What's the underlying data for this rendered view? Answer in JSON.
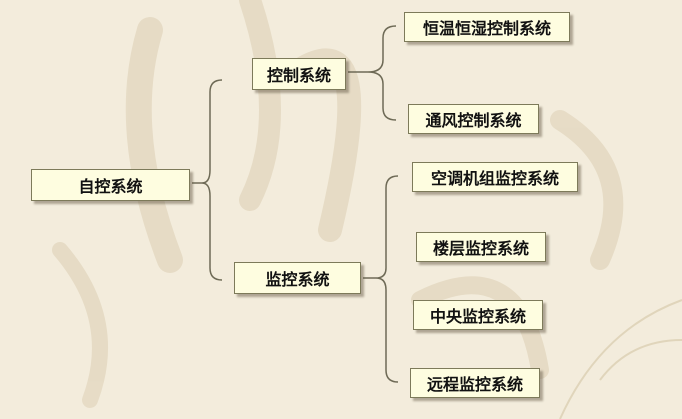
{
  "colors": {
    "background": "#f3ecdc",
    "box_fill": "#fefde0",
    "box_border": "#7d7a5a",
    "line": "#6e6a56"
  },
  "tree": {
    "root": "自控系统",
    "groups": [
      {
        "label": "控制系统",
        "children": [
          "恒温恒湿控制系统",
          "通风控制系统"
        ]
      },
      {
        "label": "监控系统",
        "children": [
          "空调机组监控系统",
          "楼层监控系统",
          "中央监控系统",
          "远程监控系统"
        ]
      }
    ]
  }
}
